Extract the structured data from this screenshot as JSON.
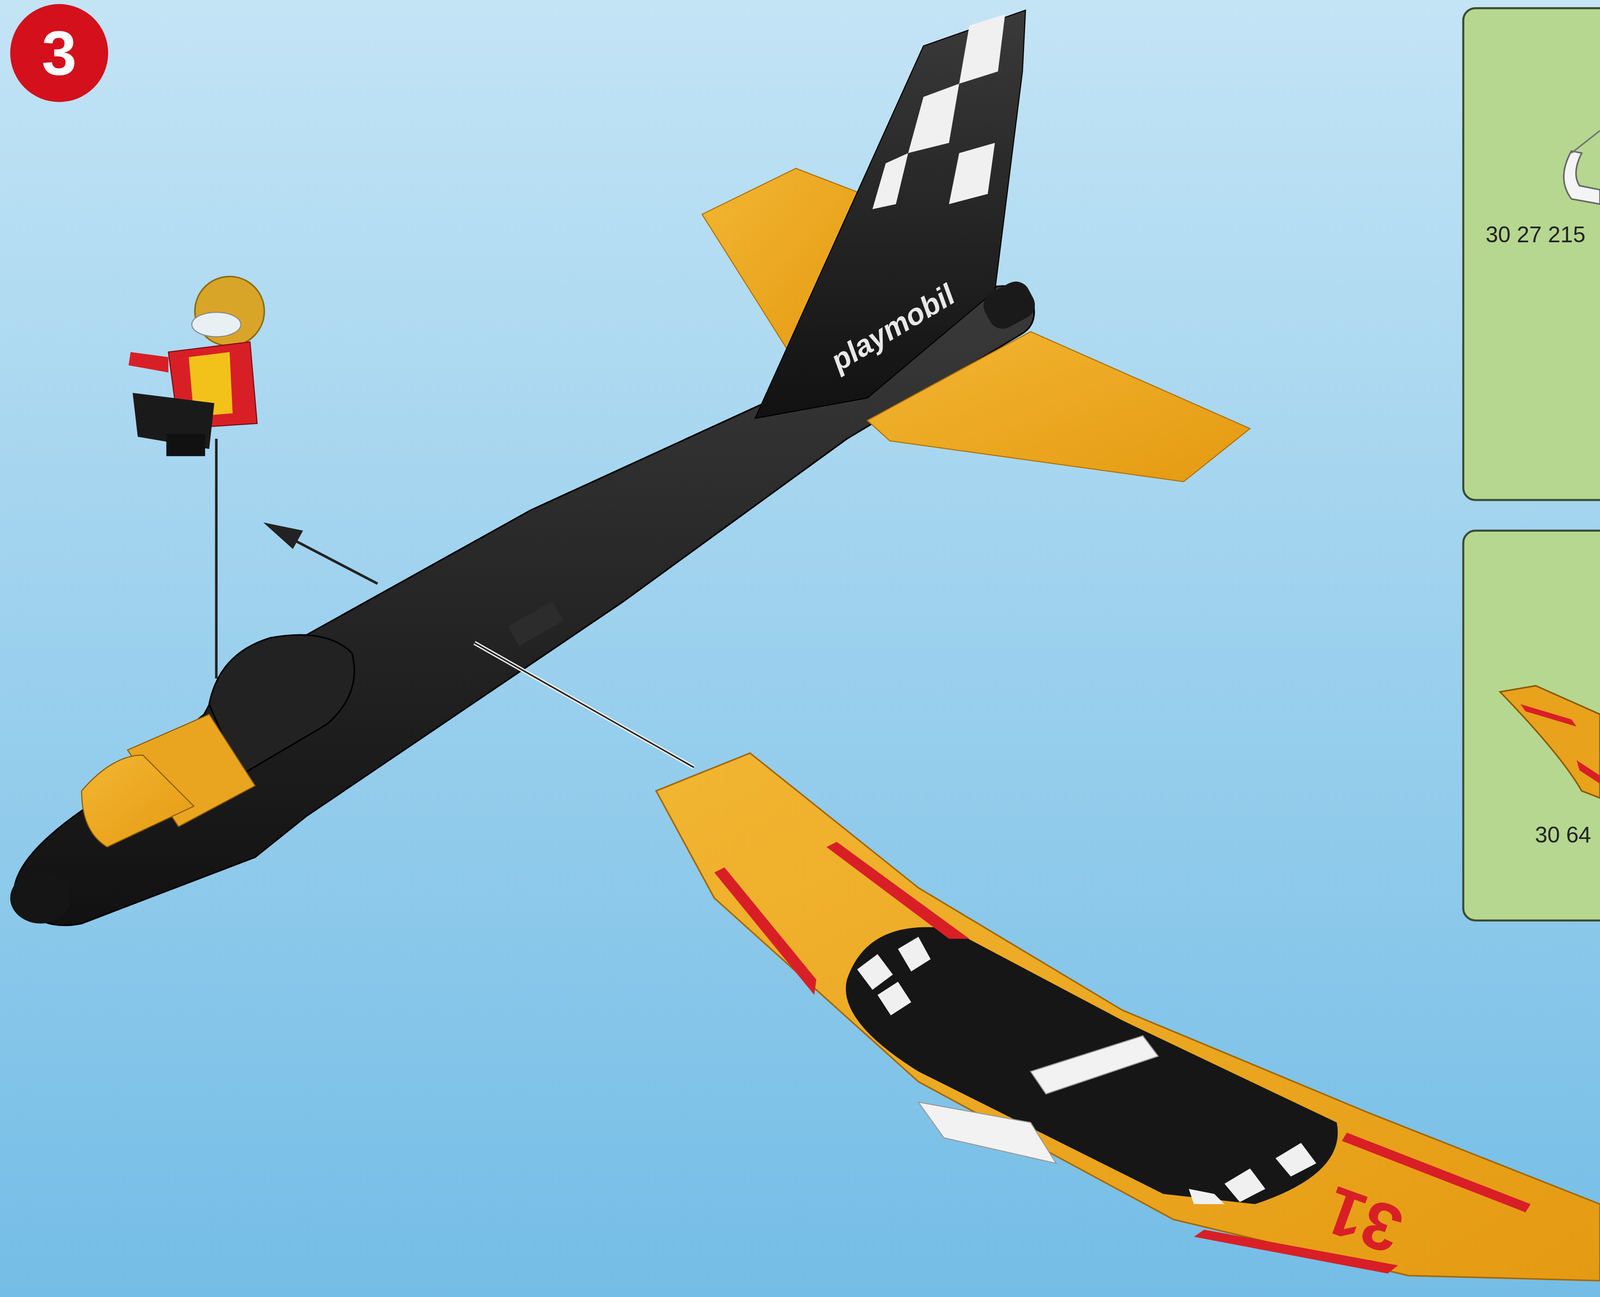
{
  "diagram": {
    "labels": [
      "3",
      "playmobil",
      "31",
      "30 27 215",
      "30 64"
    ]
  }
}
